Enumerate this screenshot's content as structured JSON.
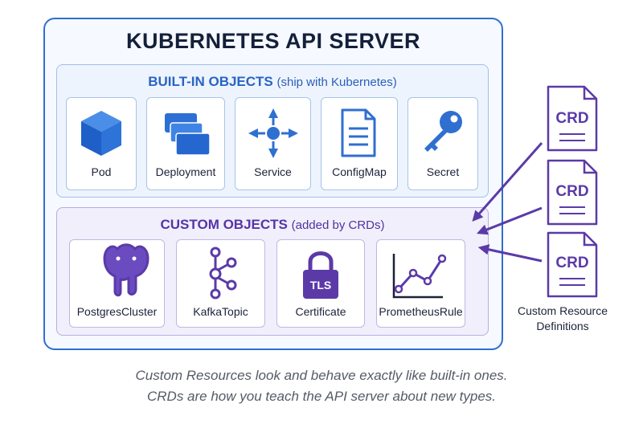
{
  "server": {
    "title": "KUBERNETES API SERVER"
  },
  "builtin": {
    "title": "BUILT-IN OBJECTS",
    "subtitle": "(ship with Kubernetes)",
    "items": [
      {
        "label": "Pod",
        "icon": "cube-icon"
      },
      {
        "label": "Deployment",
        "icon": "stacked-cards-icon"
      },
      {
        "label": "Service",
        "icon": "network-hub-icon"
      },
      {
        "label": "ConfigMap",
        "icon": "document-icon"
      },
      {
        "label": "Secret",
        "icon": "key-icon"
      }
    ]
  },
  "custom": {
    "title": "CUSTOM OBJECTS",
    "subtitle": "(added by CRDs)",
    "items": [
      {
        "label": "PostgresCluster",
        "icon": "postgres-elephant-icon"
      },
      {
        "label": "KafkaTopic",
        "icon": "kafka-graph-icon"
      },
      {
        "label": "Certificate",
        "icon": "padlock-icon",
        "badge": "TLS"
      },
      {
        "label": "PrometheusRule",
        "icon": "line-graph-icon"
      }
    ]
  },
  "crds": {
    "docs": [
      {
        "label": "CRD"
      },
      {
        "label": "CRD"
      },
      {
        "label": "CRD"
      }
    ],
    "caption_line1": "Custom Resource",
    "caption_line2": "Definitions"
  },
  "caption": {
    "line1": "Custom Resources look and behave exactly like built-in ones.",
    "line2": "CRDs are how you teach the API server about new types."
  },
  "colors": {
    "blue": "#2f6fd0",
    "purple": "#5b3aa8",
    "blue_text": "#2864c4"
  }
}
